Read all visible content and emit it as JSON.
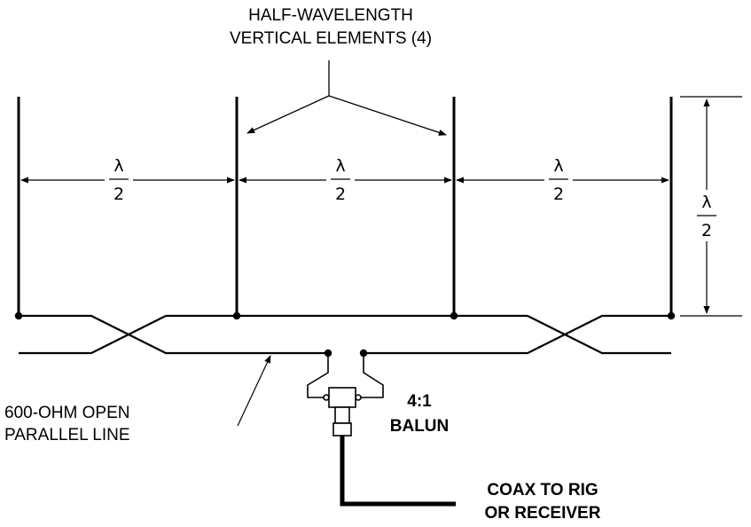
{
  "callout": {
    "line1": "HALF-WAVELENGTH",
    "line2": "VERTICAL ELEMENTS (4)"
  },
  "fraction": {
    "numerator": "λ",
    "denominator": "2"
  },
  "spacing": [
    {
      "numerator": "λ",
      "denominator": "2"
    },
    {
      "numerator": "λ",
      "denominator": "2"
    },
    {
      "numerator": "λ",
      "denominator": "2"
    }
  ],
  "height_dim": {
    "numerator": "λ",
    "denominator": "2"
  },
  "feedline": {
    "line1": "600-OHM OPEN",
    "line2": "PARALLEL LINE"
  },
  "balun": {
    "line1": "4:1",
    "line2": "BALUN"
  },
  "coax": {
    "line1": "COAX TO RIG",
    "line2": "OR RECEIVER"
  }
}
